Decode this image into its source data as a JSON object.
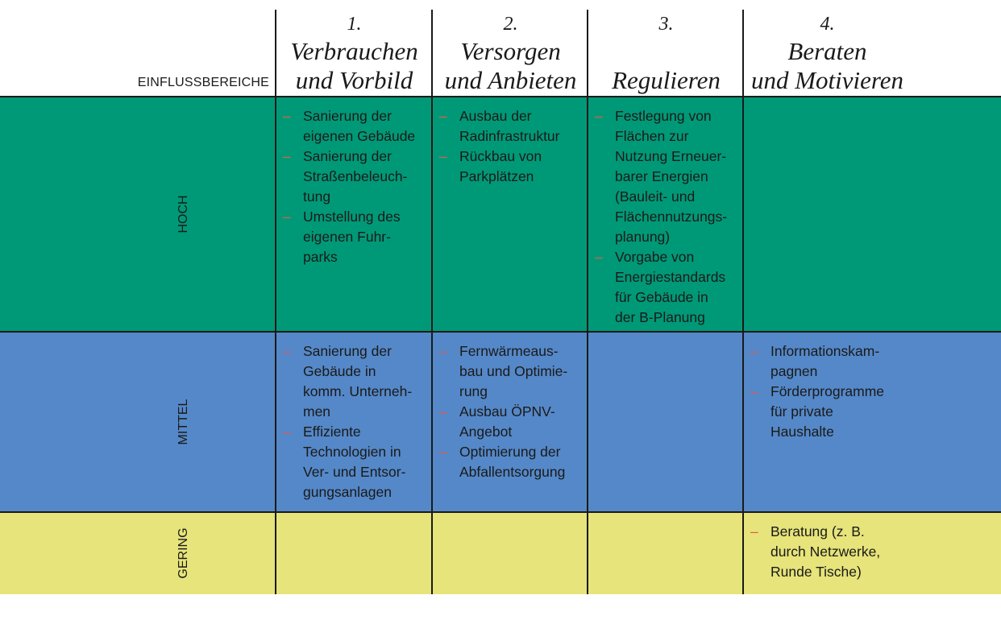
{
  "header": {
    "corner_label": "EINFLUSSBEREICHE",
    "columns": [
      {
        "number": "1.",
        "title": "Verbrauchen\nund Vorbild"
      },
      {
        "number": "2.",
        "title": "Versorgen\nund Anbieten"
      },
      {
        "number": "3.",
        "title": "\nRegulieren"
      },
      {
        "number": "4.",
        "title": "Beraten\nund Motivieren"
      }
    ]
  },
  "colors": {
    "hoch": "#009977",
    "mittel": "#5588c8",
    "gering": "#e6e47a",
    "dash": "#e65a48"
  },
  "rows": [
    {
      "label": "HOCH",
      "cells": [
        [
          "Sanierung der\neigenen Gebäude",
          "Sanierung der\nStraßenbeleuch-\ntung",
          "Umstellung des\neigenen Fuhr-\nparks"
        ],
        [
          "Ausbau der\nRadinfrastruktur",
          "Rückbau von\nParkplätzen"
        ],
        [
          "Festlegung von\nFlächen zur\nNutzung Erneuer-\nbarer Energien\n(Bauleit- und\nFlächennutzungs-\nplanung)",
          "Vorgabe von\nEnergiestandards\nfür Gebäude in\nder B-Planung"
        ],
        []
      ]
    },
    {
      "label": "MITTEL",
      "cells": [
        [
          "Sanierung der\nGebäude in\nkomm. Unterneh-\nmen",
          "Effiziente\nTechnologien in\nVer- und Entsor-\ngungsanlagen"
        ],
        [
          "Fernwärmeaus-\nbau und Optimie-\nrung",
          "Ausbau ÖPNV-\nAngebot",
          "Optimierung der\nAbfallentsorgung"
        ],
        [],
        [
          "Informationskam-\npagnen",
          "Förderprogramme\nfür private\nHaushalte"
        ]
      ]
    },
    {
      "label": "GERING",
      "cells": [
        [],
        [],
        [],
        [
          "Beratung (z. B.\ndurch Netzwerke,\nRunde Tische)"
        ]
      ]
    }
  ]
}
